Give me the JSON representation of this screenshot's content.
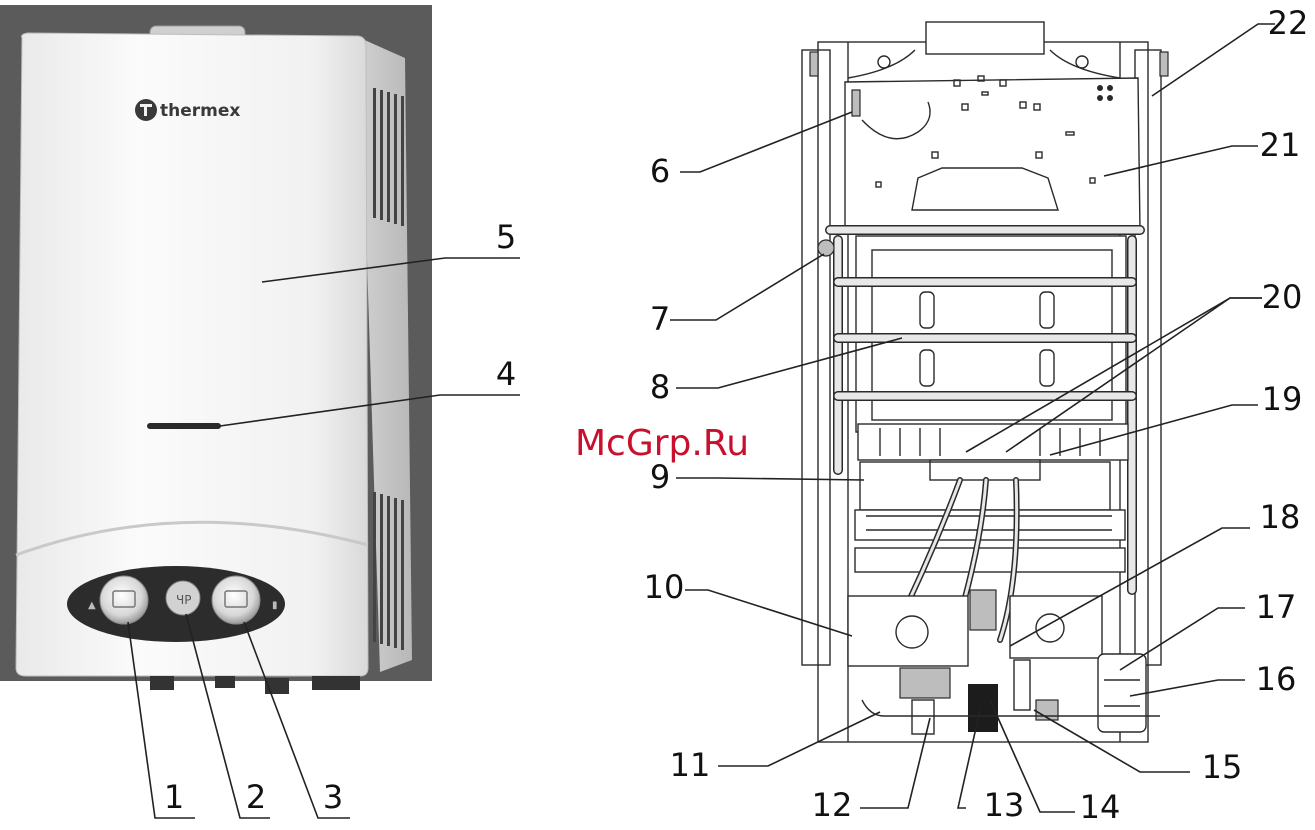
{
  "brand": {
    "name": "thermex"
  },
  "watermark": {
    "text": "McGrp.Ru"
  },
  "colors": {
    "photo_background": "#5a5a5a",
    "casing": "#f2f2f2",
    "panel": "#2b2b2b",
    "watermark": "#c8102e"
  },
  "callouts": [
    "1",
    "2",
    "3",
    "4",
    "5",
    "6",
    "7",
    "8",
    "9",
    "10",
    "11",
    "12",
    "13",
    "14",
    "15",
    "16",
    "17",
    "18",
    "19",
    "20",
    "21",
    "22"
  ]
}
